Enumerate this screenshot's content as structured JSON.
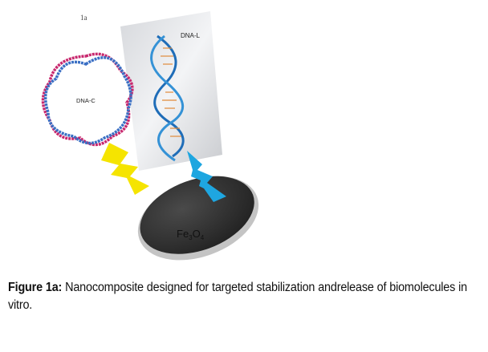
{
  "figure": {
    "panel_label": "1a",
    "dna_circular_label": "DNA-C",
    "dna_linear_label": "DNA-L",
    "particle_label_main": "Fe",
    "particle_sub1": "3",
    "particle_mid": "O",
    "particle_sub2": "4"
  },
  "caption": {
    "label": "Figure 1a:",
    "text": " Nanocomposite designed for targeted stabilization andrelease of biomolecules in vitro."
  },
  "colors": {
    "yellow": "#f5e400",
    "blue": "#1ea6e0",
    "disk": "#2f2f2f",
    "strand_pink": "#c8286e",
    "strand_blue": "#3a6fc4"
  }
}
